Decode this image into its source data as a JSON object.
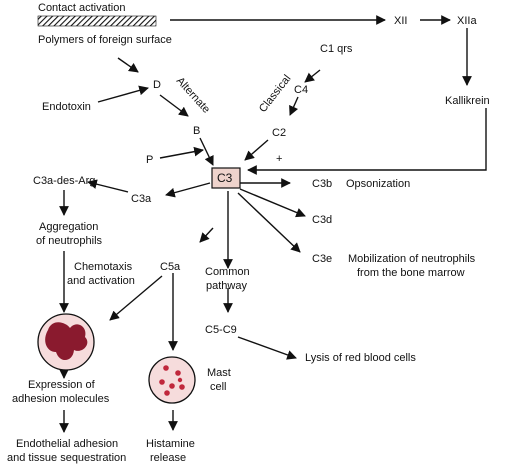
{
  "labels": {
    "contact_activation": "Contact activation",
    "polymers": "Polymers of foreign surface",
    "xii": "XII",
    "xiia": "XIIa",
    "c1qrs": "C1 qrs",
    "c4": "C4",
    "classical": "Classical",
    "c2": "C2",
    "d": "D",
    "alternate": "Alternate",
    "endotoxin": "Endotoxin",
    "b": "B",
    "p": "P",
    "kallikrein": "Kallikrein",
    "plus": "+",
    "c3": "C3",
    "c3b": "C3b",
    "opsonization": "Opsonization",
    "c3a": "C3a",
    "c3a_des_arg": "C3a-des-Arg",
    "c3d": "C3d",
    "c3e": "C3e",
    "mobilization_1": "Mobilization of neutrophils",
    "mobilization_2": "from the bone marrow",
    "aggregation_1": "Aggregation",
    "aggregation_2": "of neutrophils",
    "chemotaxis_1": "Chemotaxis",
    "chemotaxis_2": "and activation",
    "c5a": "C5a",
    "common_1": "Common",
    "common_2": "pathway",
    "c5c9": "C5-C9",
    "lysis": "Lysis of red blood cells",
    "mast_1": "Mast",
    "mast_2": "cell",
    "expression_1": "Expression of",
    "expression_2": "adhesion molecules",
    "endothelial_1": "Endothelial adhesion",
    "endothelial_2": "and tissue sequestration",
    "histamine_1": "Histamine",
    "histamine_2": "release"
  },
  "colors": {
    "line": "#111111",
    "c3_box_fill": "#eed3cc",
    "cell_fill": "#f6dcdc",
    "nucleus": "#8a1a2e",
    "granule": "#c0283c"
  },
  "icons": {
    "neutrophil": "neutrophil-cell-icon",
    "mast_cell": "mast-cell-icon",
    "surface": "hatched-surface-icon"
  }
}
